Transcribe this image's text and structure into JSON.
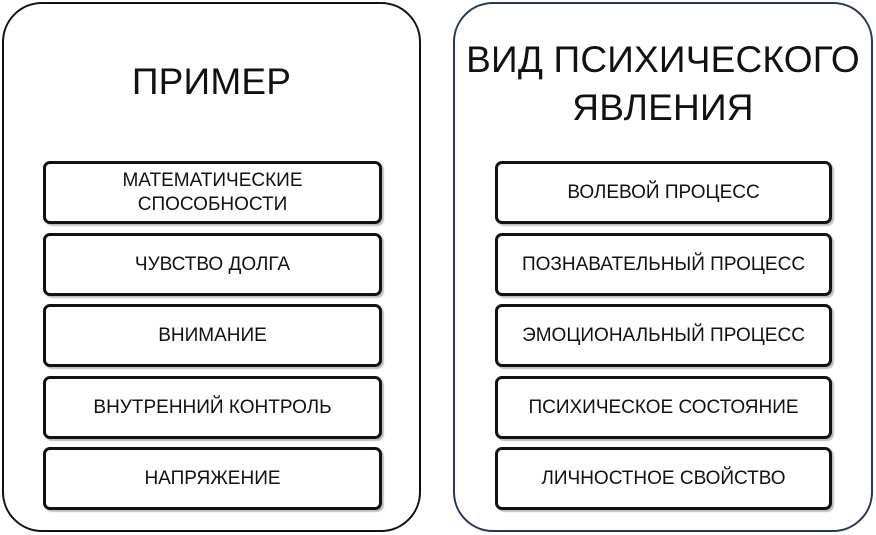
{
  "left_panel": {
    "title": "ПРИМЕР",
    "items": [
      {
        "label": "МАТЕМАТИЧЕСКИЕ СПОСОБНОСТИ"
      },
      {
        "label": "ЧУВСТВО ДОЛГА"
      },
      {
        "label": "ВНИМАНИЕ"
      },
      {
        "label": "ВНУТРЕННИЙ КОНТРОЛЬ"
      },
      {
        "label": "НАПРЯЖЕНИЕ"
      }
    ]
  },
  "right_panel": {
    "title": "ВИД ПСИХИЧЕСКОГО ЯВЛЕНИЯ",
    "items": [
      {
        "label": "ВОЛЕВОЙ ПРОЦЕСС"
      },
      {
        "label": "ПОЗНАВАТЕЛЬНЫЙ ПРОЦЕСС"
      },
      {
        "label": "ЭМОЦИОНАЛЬНЫЙ ПРОЦЕСС"
      },
      {
        "label": "ПСИХИЧЕСКОЕ СОСТОЯНИЕ"
      },
      {
        "label": "ЛИЧНОСТНОЕ СВОЙСТВО"
      }
    ]
  },
  "colors": {
    "left_border": "#111111",
    "right_border": "#1f3864",
    "item_border": "#111111",
    "background": "#ffffff"
  }
}
